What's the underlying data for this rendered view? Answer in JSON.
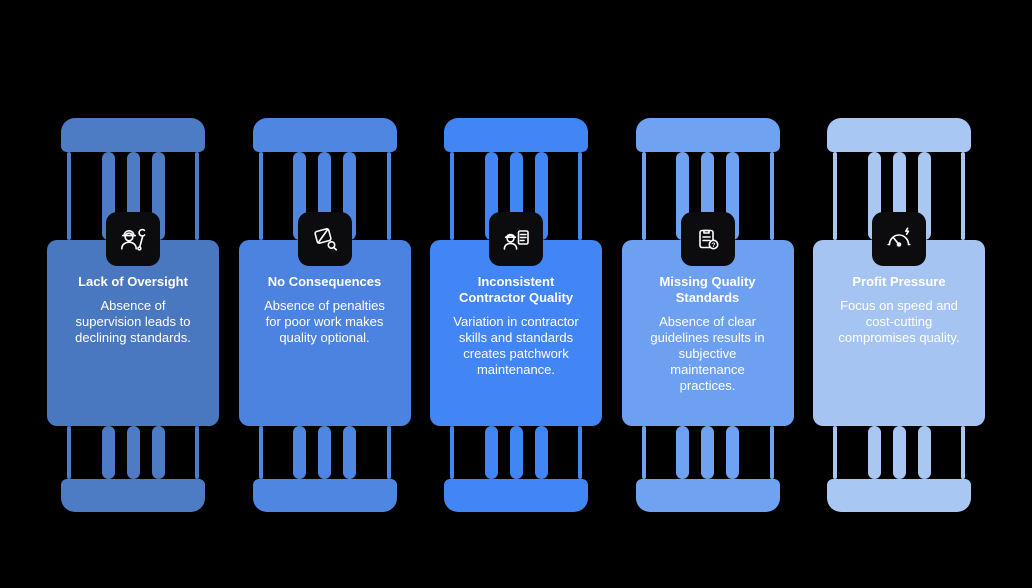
{
  "background_color": "#000000",
  "icon_box_color": "#0c0c0f",
  "text_color": "#ffffff",
  "pillars": [
    {
      "title": "Lack of Oversight",
      "description": "Absence of supervision leads to declining standards.",
      "color": "#4d7cc5",
      "card_color": "#4a78c0",
      "icon": "worker-wrench-icon"
    },
    {
      "title": "No Consequences",
      "description": "Absence of penalties for poor work makes quality optional.",
      "color": "#4f86e2",
      "card_color": "#4d83e0",
      "icon": "no-consequences-ban-icon"
    },
    {
      "title": "Inconsistent Contractor Quality",
      "description": "Variation in contractor skills and standards creates patchwork maintenance.",
      "color": "#4285f4",
      "card_color": "#4285f4",
      "icon": "contractor-clipboard-icon"
    },
    {
      "title": "Missing Quality Standards",
      "description": "Absence of clear guidelines results in subjective maintenance practices.",
      "color": "#6fa3f2",
      "card_color": "#6da0f1",
      "icon": "clipboard-question-icon"
    },
    {
      "title": "Profit Pressure",
      "description": "Focus on speed and cost-cutting compromises quality.",
      "color": "#a9c7f3",
      "card_color": "#a6c4f2",
      "icon": "speed-gauge-icon"
    }
  ]
}
